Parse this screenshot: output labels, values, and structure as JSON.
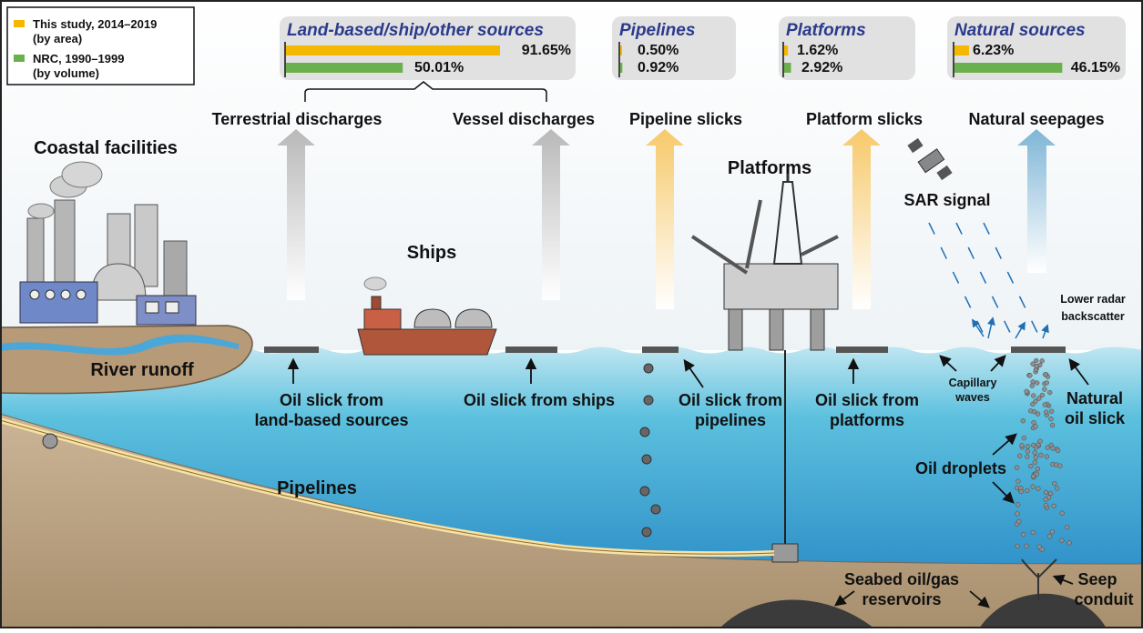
{
  "legend": {
    "study_line1": "This study, 2014–2019",
    "study_line2": "(by area)",
    "nrc_line1": "NRC, 1990–1999",
    "nrc_line2": "(by volume)",
    "study_color": "#f5b800",
    "nrc_color": "#6ab04c"
  },
  "chart_data": {
    "type": "bar",
    "series": [
      {
        "name": "This study, 2014–2019 (by area)",
        "values": [
          91.65,
          0.5,
          1.62,
          6.23
        ]
      },
      {
        "name": "NRC, 1990–1999 (by volume)",
        "values": [
          50.01,
          0.92,
          2.92,
          46.15
        ]
      }
    ],
    "categories": [
      "Land-based/ship/other sources",
      "Pipelines",
      "Platforms",
      "Natural sources"
    ],
    "labels": {
      "land": [
        "91.65%",
        "50.01%"
      ],
      "pipe": [
        "0.50%",
        "0.92%"
      ],
      "plat": [
        "1.62%",
        "2.92%"
      ],
      "nat": [
        "6.23%",
        "46.15%"
      ]
    }
  },
  "arrows": {
    "terrestrial": "Terrestrial discharges",
    "vessel": "Vessel discharges",
    "pipeline": "Pipeline slicks",
    "platform": "Platform slicks",
    "natural": "Natural seepages"
  },
  "labels": {
    "coastal": "Coastal facilities",
    "river": "River runoff",
    "ships": "Ships",
    "platforms": "Platforms",
    "pipelines": "Pipelines",
    "sar": "SAR signal",
    "lower_radar_1": "Lower radar",
    "lower_radar_2": "backscatter",
    "capillary_1": "Capillary",
    "capillary_2": "waves",
    "natural_slick_1": "Natural",
    "natural_slick_2": "oil slick",
    "droplets": "Oil droplets",
    "land_slick_1": "Oil slick from",
    "land_slick_2": "land-based sources",
    "ship_slick": "Oil slick from ships",
    "pipe_slick_1": "Oil slick from",
    "pipe_slick_2": "pipelines",
    "plat_slick_1": "Oil slick from",
    "plat_slick_2": "platforms",
    "seabed_1": "Seabed oil/gas",
    "seabed_2": "reservoirs",
    "seep_1": "Seep",
    "seep_2": "conduit"
  }
}
